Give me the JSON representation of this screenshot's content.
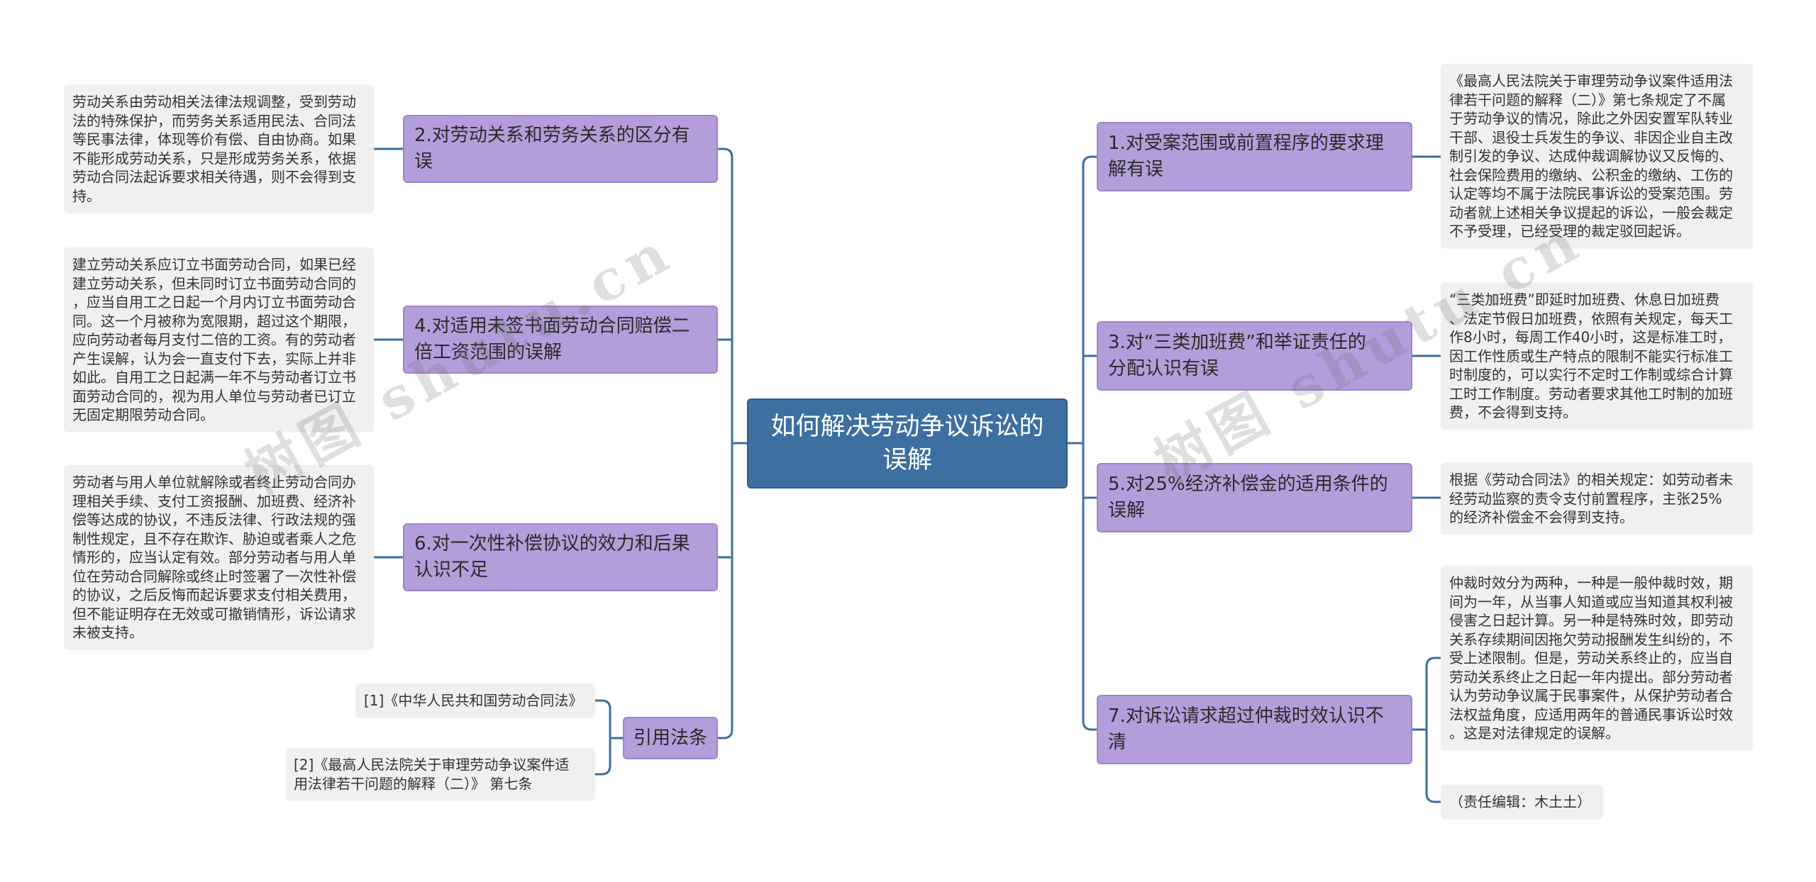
{
  "central": {
    "label": "如何解决劳动争议诉讼的\n误解"
  },
  "left_branches": [
    {
      "label": "2.对劳动关系和劳务关系的区分有\n误",
      "note": "劳动关系由劳动相关法律法规调整，受到劳动\n法的特殊保护，而劳务关系适用民法、合同法\n等民事法律，体现等价有偿、自由协商。如果\n不能形成劳动关系，只是形成劳务关系，依据\n劳动合同法起诉要求相关待遇，则不会得到支\n持。"
    },
    {
      "label": "4.对适用未签书面劳动合同赔偿二\n倍工资范围的误解",
      "note": "建立劳动关系应订立书面劳动合同，如果已经\n建立劳动关系，但未同时订立书面劳动合同的\n，应当自用工之日起一个月内订立书面劳动合\n同。这一个月被称为宽限期，超过这个期限，\n应向劳动者每月支付二倍的工资。有的劳动者\n产生误解，认为会一直支付下去，实际上并非\n如此。自用工之日起满一年不与劳动者订立书\n面劳动合同的，视为用人单位与劳动者已订立\n无固定期限劳动合同。"
    },
    {
      "label": "6.对一次性补偿协议的效力和后果\n认识不足",
      "note": "劳动者与用人单位就解除或者终止劳动合同办\n理相关手续、支付工资报酬、加班费、经济补\n偿等达成的协议，不违反法律、行政法规的强\n制性规定，且不存在欺诈、胁迫或者乘人之危\n情形的，应当认定有效。部分劳动者与用人单\n位在劳动合同解除或终止时签署了一次性补偿\n的协议，之后反悔而起诉要求支付相关费用，\n但不能证明存在无效或可撤销情形，诉讼请求\n未被支持。"
    }
  ],
  "references": {
    "label": "引用法条",
    "items": [
      "[1]《中华人民共和国劳动合同法》",
      "[2]《最高人民法院关于审理劳动争议案件适\n用法律若干问题的解释（二）》 第七条"
    ]
  },
  "right_branches": [
    {
      "label": "1.对受案范围或前置程序的要求理\n解有误",
      "note": "《最高人民法院关于审理劳动争议案件适用法\n律若干问题的解释（二）》第七条规定了不属\n于劳动争议的情况，除此之外因安置军队转业\n干部、退役士兵发生的争议、非因企业自主改\n制引发的争议、达成仲裁调解协议又反悔的、\n社会保险费用的缴纳、公积金的缴纳、工伤的\n认定等均不属于法院民事诉讼的受案范围。劳\n动者就上述相关争议提起的诉讼，一般会裁定\n不予受理，已经受理的裁定驳回起诉。"
    },
    {
      "label": "3.对“三类加班费”和举证责任的\n分配认识有误",
      "note": "“三类加班费”即延时加班费、休息日加班费\n、法定节假日加班费，依照有关规定，每天工\n作8小时，每周工作40小时，这是标准工时，\n因工作性质或生产特点的限制不能实行标准工\n时制度的，可以实行不定时工作制或综合计算\n工时工作制度。劳动者要求其他工时制的加班\n费，不会得到支持。"
    },
    {
      "label": "5.对25%经济补偿金的适用条件的\n误解",
      "note": "根据《劳动合同法》的相关规定：如劳动者未\n经劳动监察的责令支付前置程序，主张25%\n的经济补偿金不会得到支持。"
    },
    {
      "label": "7.对诉讼请求超过仲裁时效认识不\n清",
      "note": "仲裁时效分为两种，一种是一般仲裁时效，期\n间为一年，从当事人知道或应当知道其权利被\n侵害之日起计算。另一种是特殊时效，即劳动\n关系存续期间因拖欠劳动报酬发生纠纷的，不\n受上述限制。但是，劳动关系终止的，应当自\n劳动关系终止之日起一年内提出。部分劳动者\n认为劳动争议属于民事案件，从保护劳动者合\n法权益角度，应适用两年的普通民事诉讼时效\n。这是对法律规定的误解。",
      "credit": "（责任编辑：木土土）"
    }
  ],
  "watermark": "树图 shutu.cn",
  "colors": {
    "central": "#3d6fa0",
    "central_border": "#2f5b87",
    "branch": "#b49ddb",
    "branch_border": "#9e85cb",
    "leaf": "#f0f0f0",
    "line": "#3d6fa0"
  }
}
